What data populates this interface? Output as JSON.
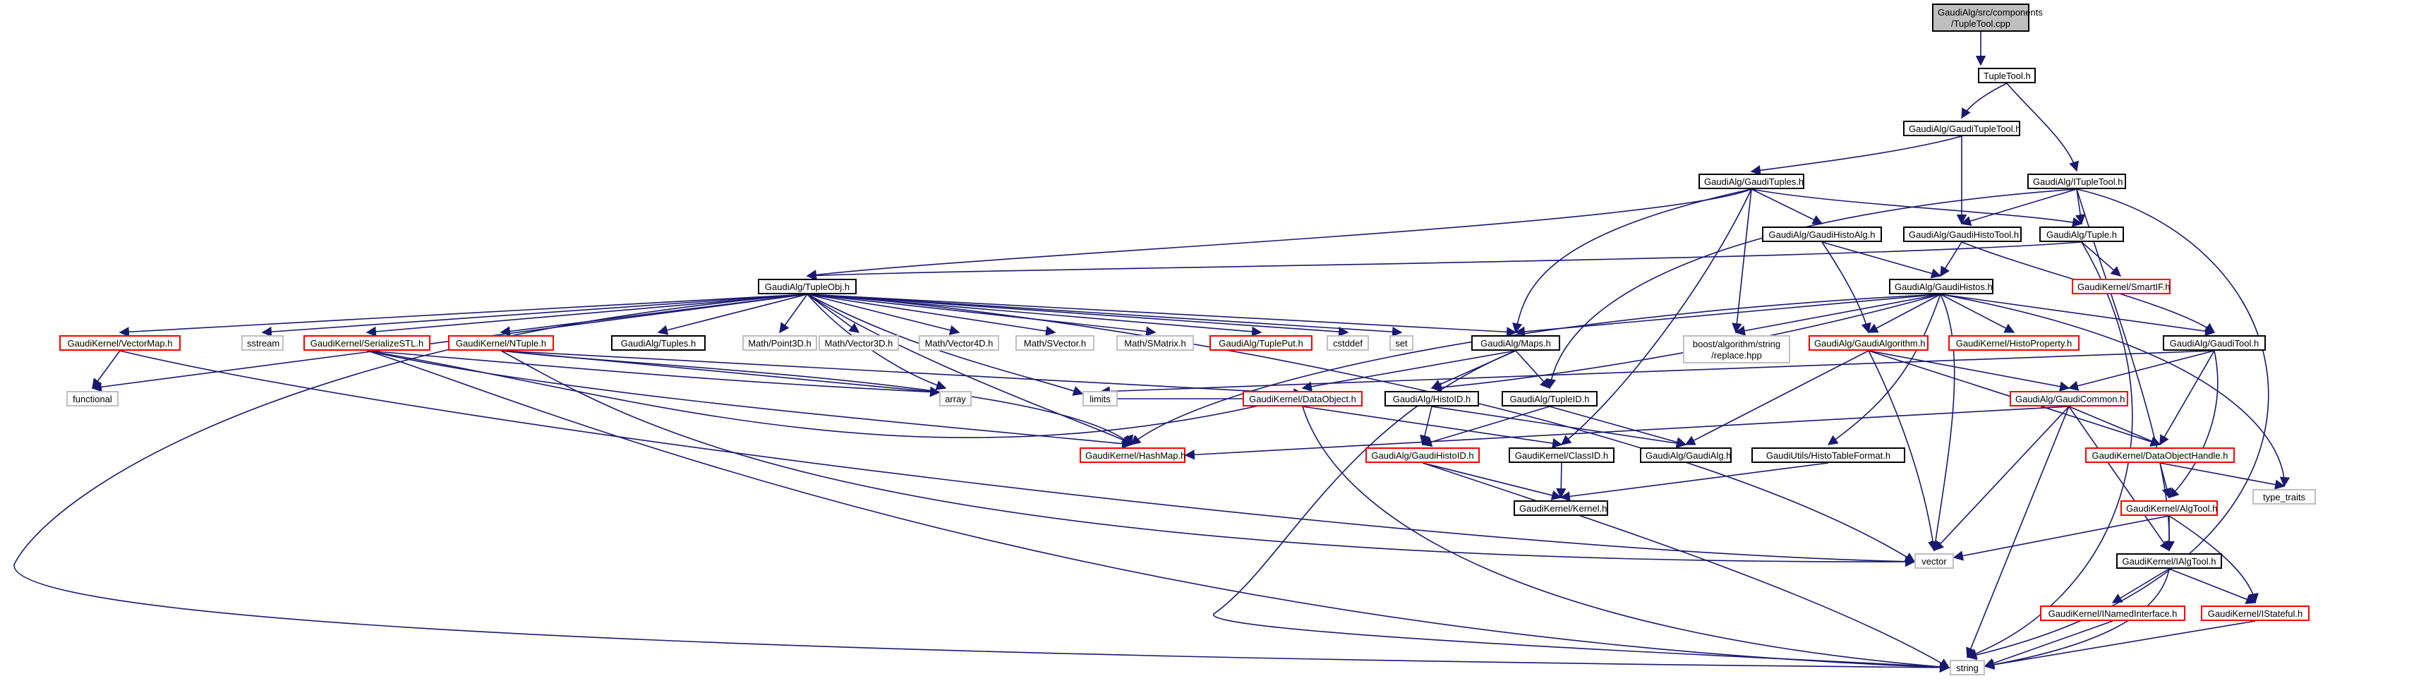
{
  "colors": {
    "edge": "#191970",
    "node_border_black": "#000000",
    "node_border_red": "#ff0000",
    "node_border_gray": "#bfbfbf",
    "root_fill": "#bfbfbf"
  },
  "nodes": {
    "root": {
      "line1": "GaudiAlg/src/components",
      "line2": "/TupleTool.cpp"
    },
    "tupletool": "TupleTool.h",
    "gauditupletool": "GaudiAlg/GaudiTupleTool.h",
    "gaudituples": "GaudiAlg/GaudiTuples.h",
    "ituppletool": "GaudiAlg/ITupleTool.h",
    "gaudihistoalg": "GaudiAlg/GaudiHistoAlg.h",
    "gaudihistotool": "GaudiAlg/GaudiHistoTool.h",
    "tuple": "GaudiAlg/Tuple.h",
    "smartif": "GaudiKernel/SmartIF.h",
    "tupleobj": "GaudiAlg/TupleObj.h",
    "gaudihistos": "GaudiAlg/GaudiHistos.h",
    "vectormap": "GaudiKernel/VectorMap.h",
    "sstream": "sstream",
    "serializestl": "GaudiKernel/SerializeSTL.h",
    "ntuple": "GaudiKernel/NTuple.h",
    "tuples": "GaudiAlg/Tuples.h",
    "point3d": "Math/Point3D.h",
    "vector3d": "Math/Vector3D.h",
    "vector4d": "Math/Vector4D.h",
    "svector": "Math/SVector.h",
    "smatrix": "Math/SMatrix.h",
    "tupleput": "GaudiAlg/TuplePut.h",
    "cstddef": "cstddef",
    "set": "set",
    "maps": "GaudiAlg/Maps.h",
    "boostreplace": {
      "line1": "boost/algorithm/string",
      "line2": "/replace.hpp"
    },
    "gaudialgorithm": "GaudiAlg/GaudiAlgorithm.h",
    "histoproperty": "GaudiKernel/HistoProperty.h",
    "gauditool": "GaudiAlg/GaudiTool.h",
    "functional": "functional",
    "array": "array",
    "limits": "limits",
    "dataobject": "GaudiKernel/DataObject.h",
    "histoid": "GaudiAlg/HistoID.h",
    "tupleid": "GaudiAlg/TupleID.h",
    "gaudicommon": "GaudiAlg/GaudiCommon.h",
    "hashmap": "GaudiKernel/HashMap.h",
    "gaudihistoid": "GaudiAlg/GaudiHistoID.h",
    "classid": "GaudiKernel/ClassID.h",
    "gaudialg": "GaudiAlg/GaudiAlg.h",
    "histotableformat": "GaudiUtils/HistoTableFormat.h",
    "dataobjecthandle": "GaudiKernel/DataObjectHandle.h",
    "typetraits": "type_traits",
    "kernel": "GaudiKernel/Kernel.h",
    "algtool": "GaudiKernel/AlgTool.h",
    "vector": "vector",
    "ialgtool": "GaudiKernel/IAlgTool.h",
    "inamedinterface": "GaudiKernel/INamedInterface.h",
    "istateful": "GaudiKernel/IStateful.h",
    "string": "string"
  }
}
